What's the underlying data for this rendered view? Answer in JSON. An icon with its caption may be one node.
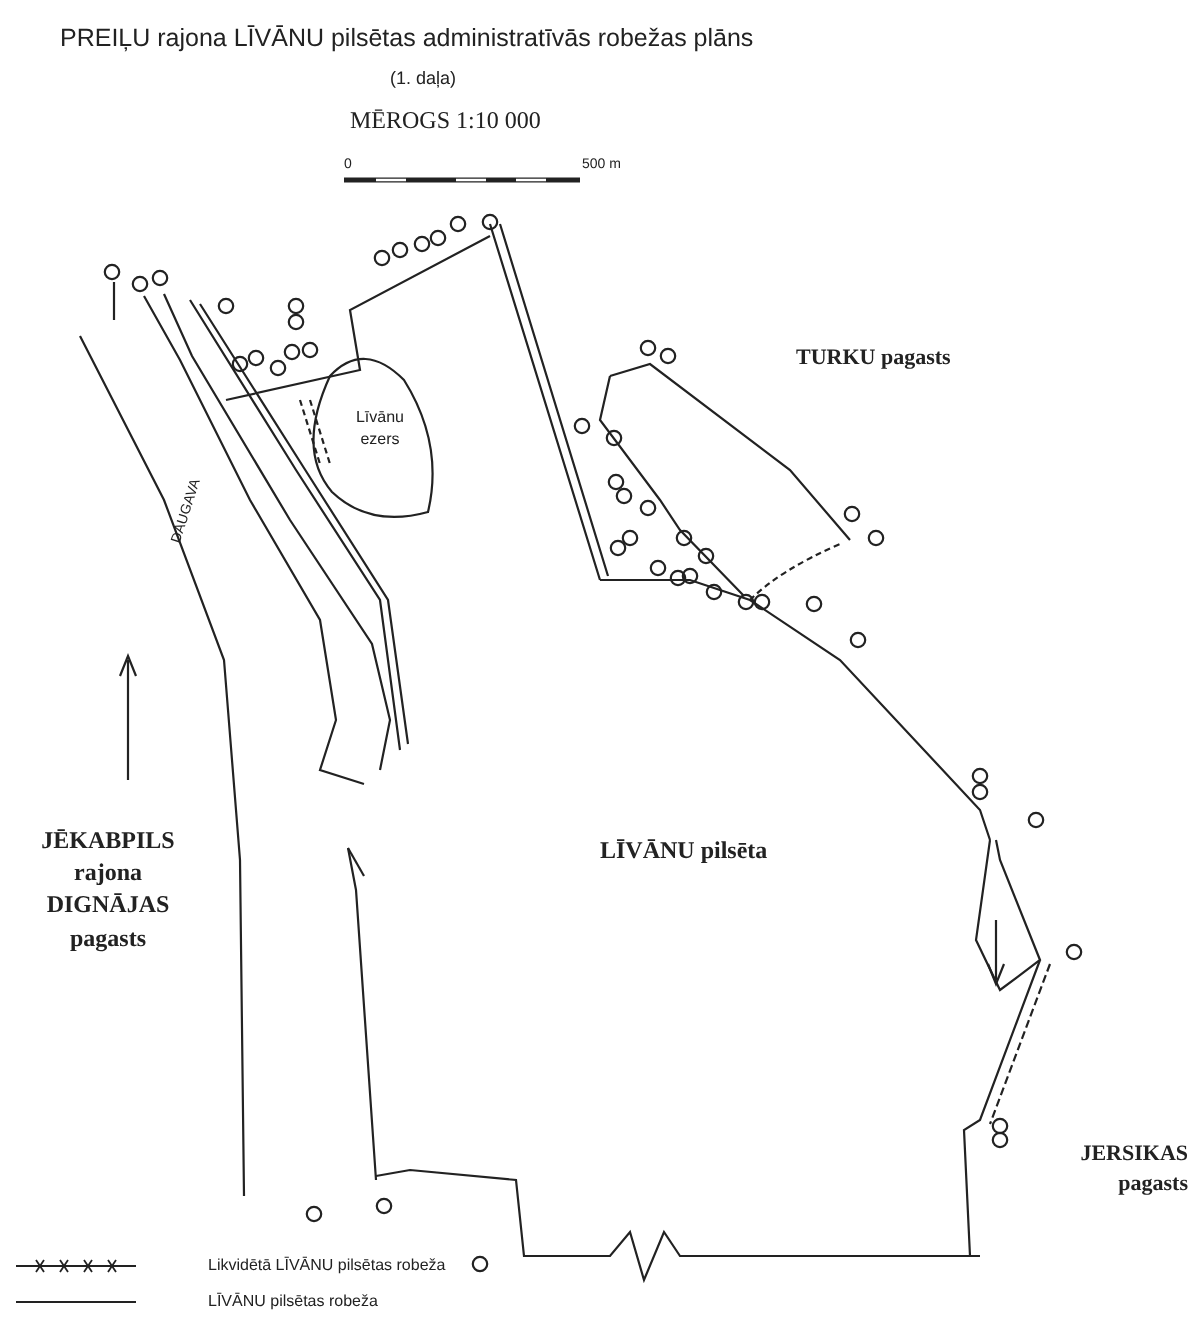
{
  "diagram": {
    "title": "PREIĻU rajona LĪVĀNU pilsētas administratīvās robežas plāns",
    "labels": [
      "(1. daļa)",
      "MĒROGS 1:10 000",
      "0",
      "500 m",
      "TURKU pagasts",
      "Līvānu ezers",
      "DAUGAVA",
      "LĪVĀNU pilsēta",
      "JĒKABPILS rajona DIGNĀJAS pagasts",
      "JERSIKAS pagasts"
    ],
    "legend": [
      {
        "text": "Likvidētā LĪVĀNU pilsētas robeža"
      },
      {
        "text": "LĪVĀNU pilsētas robeža"
      }
    ]
  }
}
